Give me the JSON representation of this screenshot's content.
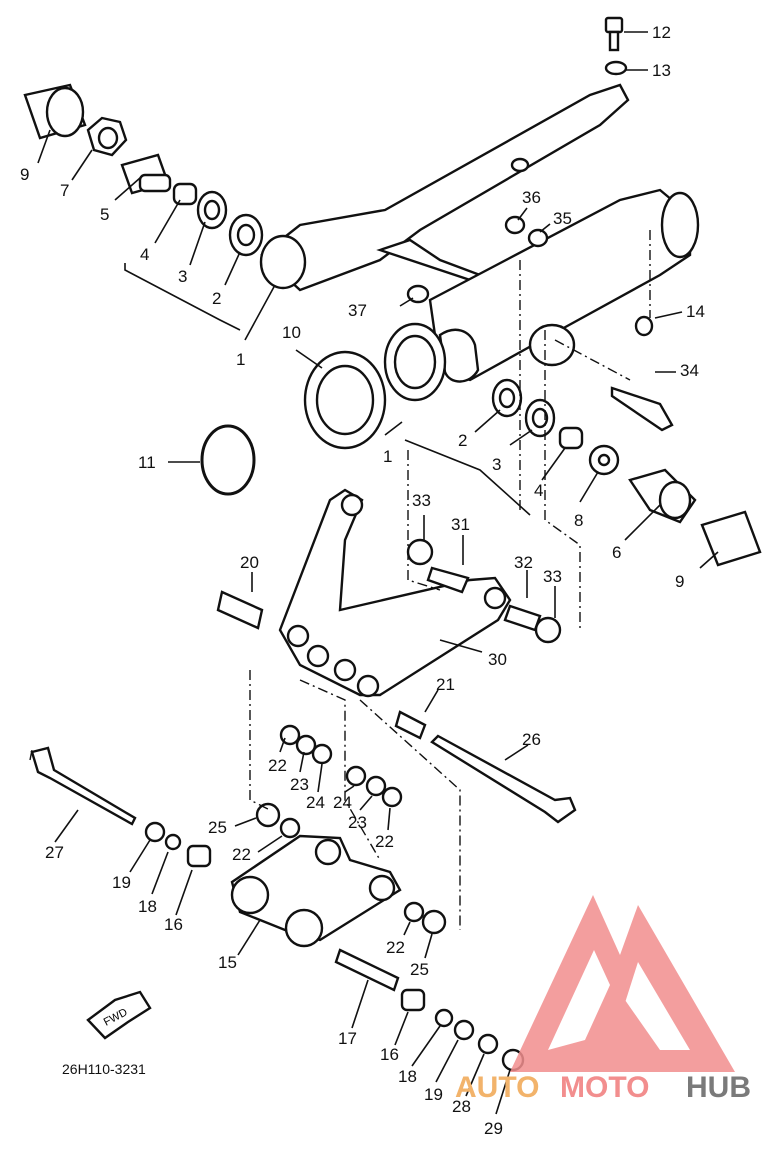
{
  "diagram": {
    "code": "26H110-3231",
    "fwd_label": "FWD",
    "callouts": [
      "12",
      "13",
      "9",
      "7",
      "5",
      "4",
      "3",
      "2",
      "1",
      "36",
      "35",
      "37",
      "14",
      "10",
      "34",
      "2",
      "3",
      "4",
      "8",
      "11",
      "1",
      "6",
      "9",
      "33",
      "31",
      "20",
      "32",
      "33",
      "30",
      "21",
      "26",
      "22",
      "23",
      "24",
      "24",
      "23",
      "22",
      "25",
      "22",
      "27",
      "19",
      "18",
      "16",
      "15",
      "22",
      "25",
      "17",
      "16",
      "18",
      "19",
      "28",
      "29"
    ]
  },
  "watermark": {
    "auto": "AUTO",
    "moto": "MOTO",
    "hub": "HUB",
    "colors": {
      "auto": "#f2b36b",
      "moto": "#f28e8e",
      "hub": "#7a7a7a",
      "logo": "#f28e8e"
    }
  }
}
